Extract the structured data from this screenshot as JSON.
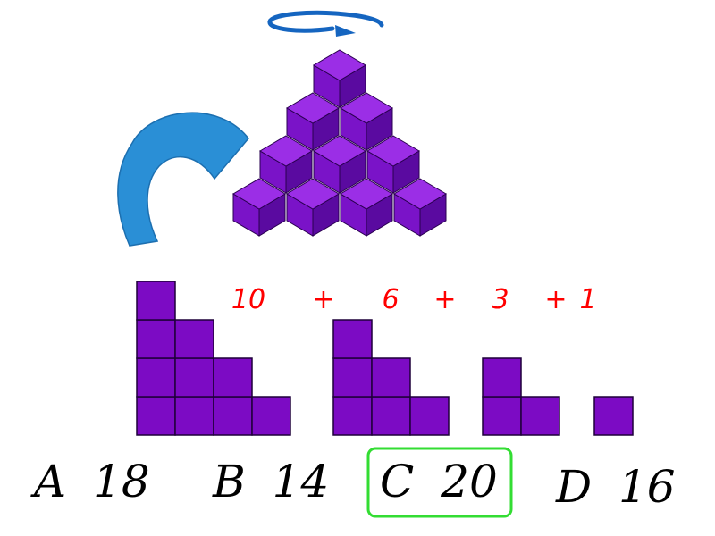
{
  "colors": {
    "cube_top": "#9b2ee6",
    "cube_left": "#7a13c8",
    "cube_right": "#5a0aa0",
    "square_fill": "#7c0bc4",
    "arrow_blue": "#2a8fd6",
    "sum_red": "#ff0000",
    "answer_box": "#33dd33"
  },
  "icons": {
    "rotate_arrow": "rotate-arrow-icon",
    "curved_arrow": "curved-arrow-icon"
  },
  "sum": {
    "t1": "10",
    "p1": "+",
    "t2": "6",
    "p2": "+",
    "t3": "3",
    "p3": "+",
    "t4": "1"
  },
  "options": [
    {
      "letter": "A",
      "value": "18",
      "correct": false
    },
    {
      "letter": "B",
      "value": "14",
      "correct": false
    },
    {
      "letter": "C",
      "value": "20",
      "correct": true
    },
    {
      "letter": "D",
      "value": "16",
      "correct": false
    }
  ]
}
